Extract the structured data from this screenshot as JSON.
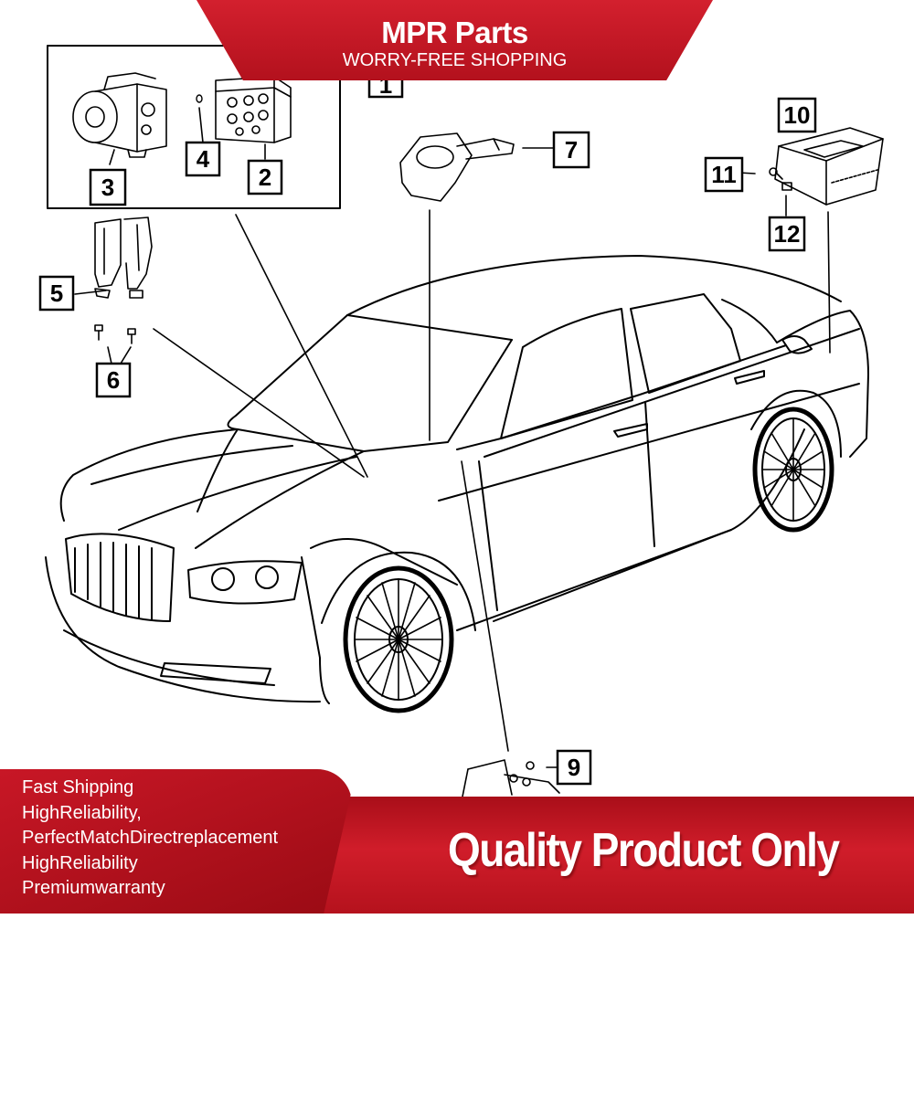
{
  "header": {
    "brand": "MPR Parts",
    "tagline": "WORRY-FREE SHOPPING"
  },
  "diagram": {
    "callouts": [
      "1",
      "2",
      "3",
      "4",
      "5",
      "6",
      "7",
      "9",
      "10",
      "11",
      "12"
    ]
  },
  "footer": {
    "features": [
      "Fast Shipping",
      "HighReliability,",
      "PerfectMatchDirectreplacement",
      "HighReliability",
      "Premiumwarranty"
    ],
    "slogan": "Quality Product Only"
  },
  "colors": {
    "banner_red": "#c81726",
    "text_white": "#ffffff",
    "line_black": "#000000"
  }
}
